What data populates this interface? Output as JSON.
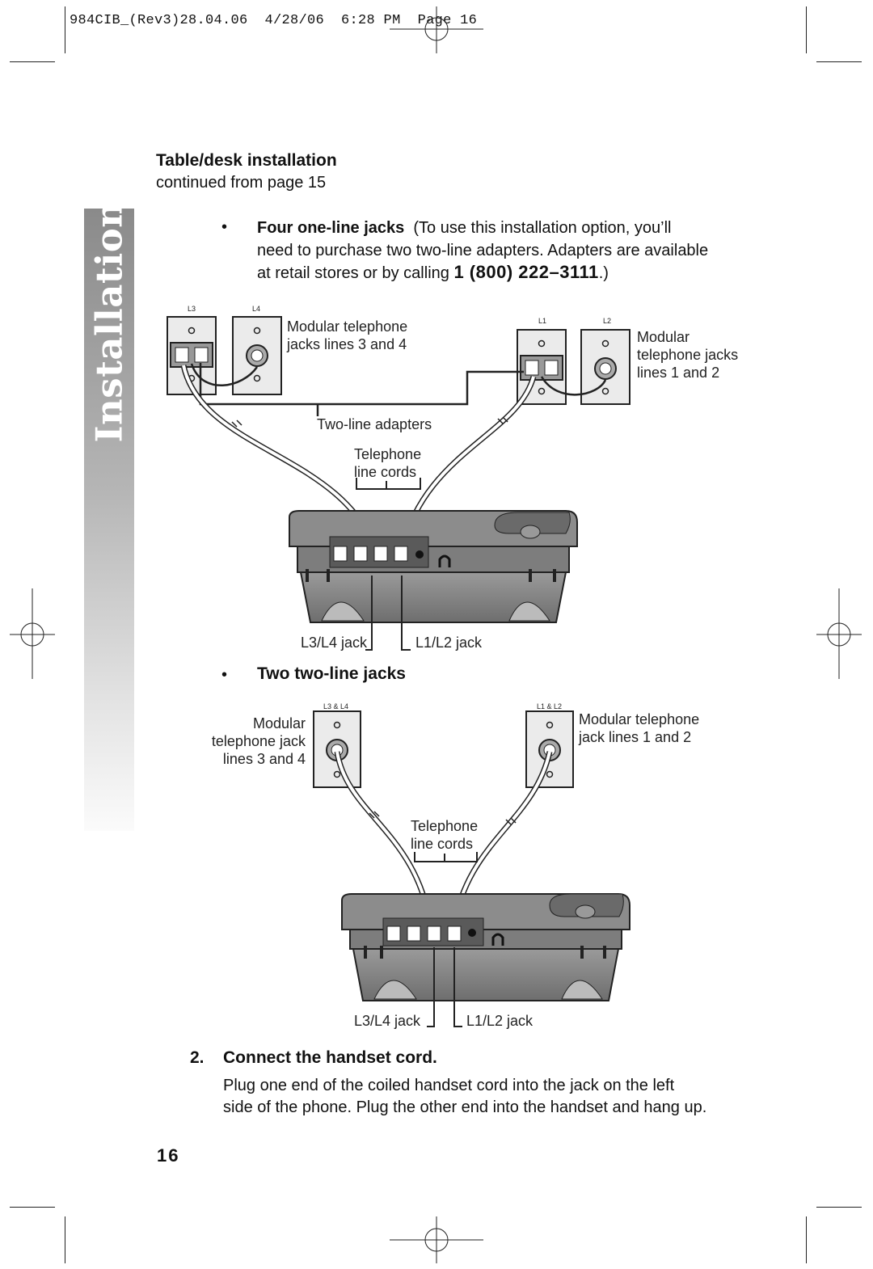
{
  "print_slug": "984CIB_(Rev3)28.04.06  4/28/06  6:28 PM  Page 16",
  "side_tab": "Installation",
  "section": {
    "title": "Table/desk installation",
    "continued": "continued from page 15"
  },
  "option1": {
    "bullet": "•",
    "title": "Four one-line jacks",
    "text_line1": "(To use this installation option, you’ll",
    "text_line2": "need to purchase two two-line adapters.  Adapters are available",
    "text_line3_prefix": "at retail stores or by calling",
    "phone": "1 (800) 222–3111",
    "text_line3_suffix": ".)",
    "jack_tag_l3": "L3",
    "jack_tag_l4": "L4",
    "jack_tag_l1": "L1",
    "jack_tag_l2": "L2",
    "label_jacks_34_line1": "Modular telephone",
    "label_jacks_34_line2": "jacks lines 3 and 4",
    "label_jacks_12_line1": "Modular",
    "label_jacks_12_line2": "telephone jacks",
    "label_jacks_12_line3": "lines 1 and 2",
    "label_adapters": "Two-line adapters",
    "label_cords_line1": "Telephone",
    "label_cords_line2": "line cords",
    "label_l3l4_jack": "L3/L4 jack",
    "label_l1l2_jack": "L1/L2 jack"
  },
  "option2": {
    "bullet": "•",
    "title": "Two two-line jacks",
    "jack_tag_34": "L3 & L4",
    "jack_tag_12": "L1 & L2",
    "label_left_line1": "Modular",
    "label_left_line2": "telephone jack",
    "label_left_line3": "lines 3 and 4",
    "label_right_line1": "Modular telephone",
    "label_right_line2": "jack lines 1 and 2",
    "label_cords_line1": "Telephone",
    "label_cords_line2": "line cords",
    "label_l3l4_jack": "L3/L4 jack",
    "label_l1l2_jack": "L1/L2 jack"
  },
  "step2": {
    "number": "2.",
    "title": "Connect the handset cord.",
    "line1": "Plug one end of the coiled handset cord into the jack on the left",
    "line2": "side of the phone.  Plug the other end into the handset and hang up."
  },
  "page_number": "16",
  "colors": {
    "tab_gradient_top": "#8a8a8a",
    "phone_body": "#808080",
    "wall_plate": "#e6e6e6"
  }
}
